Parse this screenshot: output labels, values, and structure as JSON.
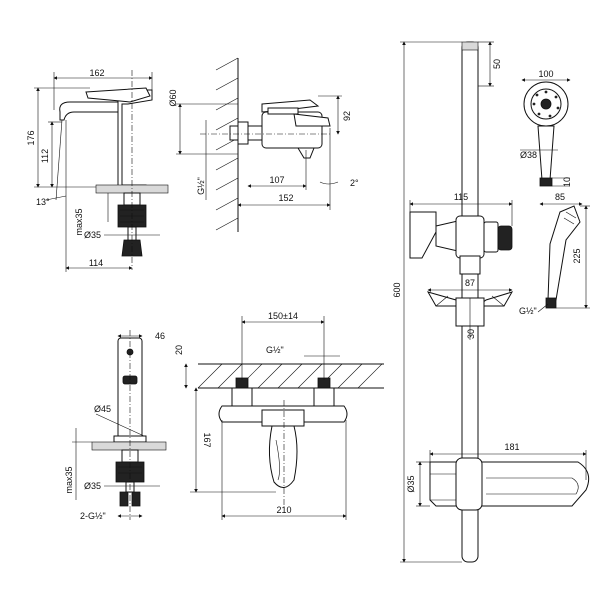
{
  "basin_mixer": {
    "dims": {
      "width": "162",
      "height": "176",
      "spout_height": "112",
      "angle": "13°",
      "max_thickness": "max35",
      "hole": "Ø35",
      "reach": "114"
    }
  },
  "bath_mixer_side": {
    "dims": {
      "dia_top": "Ø60",
      "height": "92",
      "thread": "G½\"",
      "reach_short": "107",
      "reach_long": "152",
      "angle": "2°"
    }
  },
  "slide_rail": {
    "dims": {
      "total_height": "600",
      "top_cap": "50",
      "holder_width": "115",
      "clamp_width": "87",
      "clamp_height": "30",
      "shelf_width": "181",
      "rod_dia": "Ø35"
    }
  },
  "hand_shower": {
    "dims": {
      "head_dia": "100",
      "handle_dia": "Ø38",
      "base": "10",
      "depth": "85",
      "length": "225",
      "thread": "G½\""
    }
  },
  "bidet_mixer": {
    "dims": {
      "width": "46",
      "base_dia": "Ø45",
      "max_thickness": "max35",
      "hole": "Ø35",
      "connection": "2-G½\""
    }
  },
  "bath_mixer_front": {
    "dims": {
      "centers": "150±14",
      "thread": "G½\"",
      "wall": "20",
      "height": "167",
      "width": "210"
    }
  }
}
